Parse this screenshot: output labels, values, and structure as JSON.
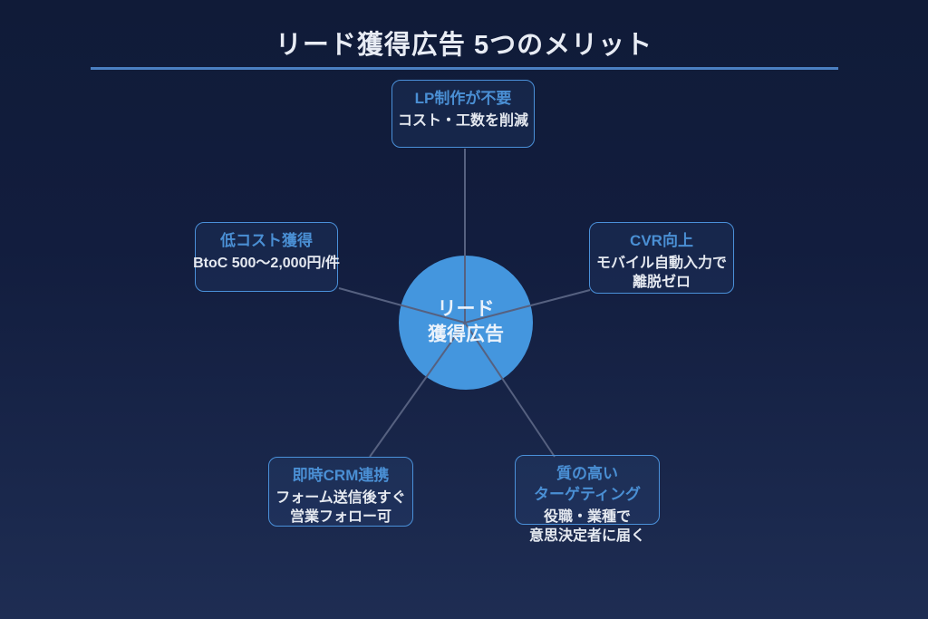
{
  "title": "リード獲得広告 5つのメリット",
  "center": {
    "line1": "リード",
    "line2": "獲得広告"
  },
  "nodes": {
    "top": {
      "title": "LP制作が不要",
      "body": [
        "コスト・工数を削減"
      ]
    },
    "left": {
      "title": "低コスト獲得",
      "body": [
        "BtoC 500〜2,000円/件"
      ]
    },
    "right": {
      "title": "CVR向上",
      "body": [
        "モバイル自動入力で",
        "離脱ゼロ"
      ]
    },
    "bottom_left": {
      "title": "即時CRM連携",
      "body": [
        "フォーム送信後すぐ",
        "営業フォロー可"
      ]
    },
    "bottom_right": {
      "title_lines": [
        "質の高い",
        "ターゲティング"
      ],
      "body": [
        "役職・業種で",
        "意思決定者に届く"
      ]
    }
  },
  "colors": {
    "background_top": "#101b38",
    "background_bottom": "#1e2d53",
    "title_text": "#e8ecf4",
    "title_rule": "#4b80c2",
    "node_border": "#4a90d9",
    "node_title_text": "#4a8fd4",
    "node_body_text": "#e5e9f0",
    "connector_line": "#566180",
    "center_circle_fill": "#4496de",
    "center_text": "#eaf2fb"
  }
}
